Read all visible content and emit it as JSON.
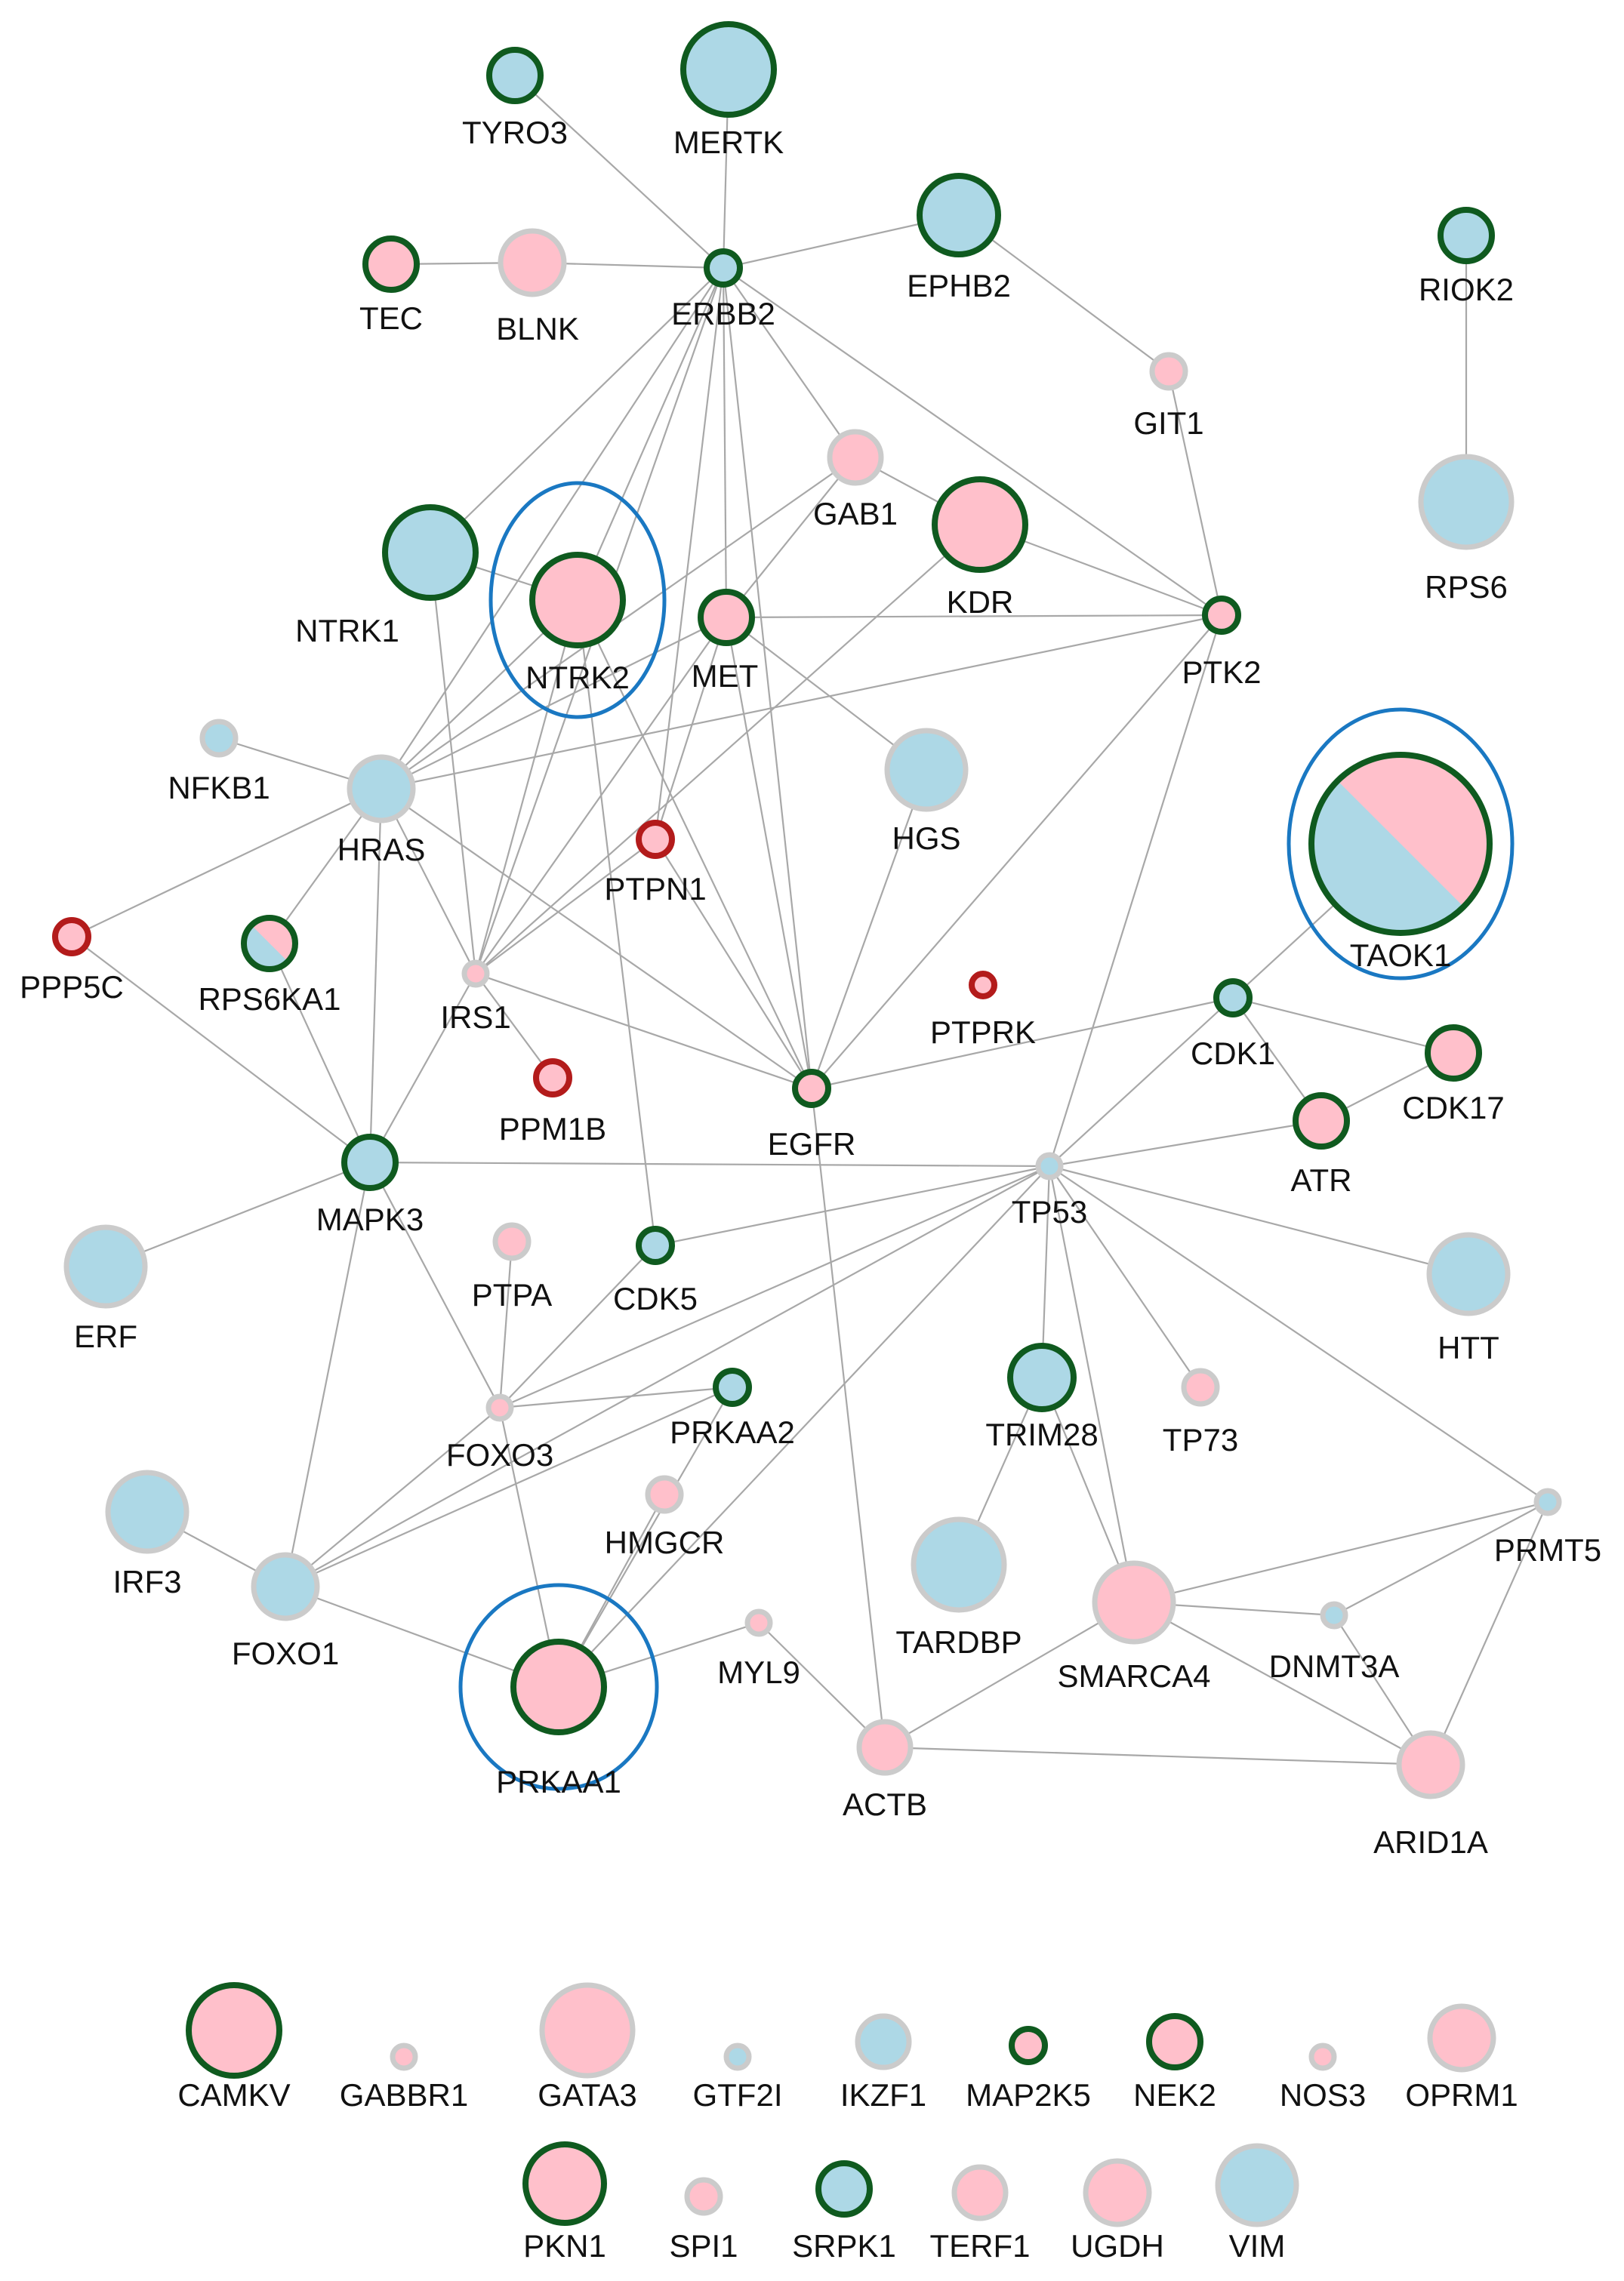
{
  "colors": {
    "pink": "#ffc0cb",
    "blue": "#add8e6",
    "border_green": "#0f5a1f",
    "border_red": "#b31b1b",
    "border_gray": "#cbcbcb",
    "edge": "#a8a8a8",
    "highlight_ring": "#1a78c2"
  },
  "nodes": [
    {
      "id": "TYRO3",
      "label": "TYRO3",
      "fill": "blue",
      "border": "green",
      "size": 2
    },
    {
      "id": "MERTK",
      "label": "MERTK",
      "fill": "blue",
      "border": "green",
      "size": 5
    },
    {
      "id": "ERBB2",
      "label": "ERBB2",
      "fill": "blue",
      "border": "green",
      "size": 1
    },
    {
      "id": "EPHB2",
      "label": "EPHB2",
      "fill": "blue",
      "border": "green",
      "size": 4
    },
    {
      "id": "TEC",
      "label": "TEC",
      "fill": "pink",
      "border": "green",
      "size": 2
    },
    {
      "id": "BLNK",
      "label": "BLNK",
      "fill": "pink",
      "border": "gray",
      "size": 3
    },
    {
      "id": "RIOK2",
      "label": "RIOK2",
      "fill": "blue",
      "border": "green",
      "size": 2
    },
    {
      "id": "RPS6",
      "label": "RPS6",
      "fill": "blue",
      "border": "gray",
      "size": 5
    },
    {
      "id": "GIT1",
      "label": "GIT1",
      "fill": "pink",
      "border": "gray",
      "size": 1
    },
    {
      "id": "GAB1",
      "label": "GAB1",
      "fill": "pink",
      "border": "gray",
      "size": 2
    },
    {
      "id": "KDR",
      "label": "KDR",
      "fill": "pink",
      "border": "green",
      "size": 5
    },
    {
      "id": "NTRK1",
      "label": "NTRK1",
      "fill": "blue",
      "border": "green",
      "size": 5
    },
    {
      "id": "NTRK2",
      "label": "NTRK2",
      "fill": "pink",
      "border": "green",
      "size": 5,
      "highlighted": true
    },
    {
      "id": "MET",
      "label": "MET",
      "fill": "pink",
      "border": "green",
      "size": 2
    },
    {
      "id": "PTK2",
      "label": "PTK2",
      "fill": "pink",
      "border": "green",
      "size": 1
    },
    {
      "id": "NFKB1",
      "label": "NFKB1",
      "fill": "blue",
      "border": "gray",
      "size": 1
    },
    {
      "id": "HRAS",
      "label": "HRAS",
      "fill": "blue",
      "border": "gray",
      "size": 3
    },
    {
      "id": "HGS",
      "label": "HGS",
      "fill": "blue",
      "border": "gray",
      "size": 4
    },
    {
      "id": "TAOK1",
      "label": "TAOK1",
      "fill": "split",
      "border": "green",
      "size": 9,
      "highlighted": true
    },
    {
      "id": "PTPN1",
      "label": "PTPN1",
      "fill": "pink",
      "border": "red",
      "size": 1
    },
    {
      "id": "PPP5C",
      "label": "PPP5C",
      "fill": "pink",
      "border": "red",
      "size": 1
    },
    {
      "id": "RPS6KA1",
      "label": "RPS6KA1",
      "fill": "split",
      "border": "green",
      "size": 2
    },
    {
      "id": "IRS1",
      "label": "IRS1",
      "fill": "pink",
      "border": "gray",
      "size": 0
    },
    {
      "id": "PTPRK",
      "label": "PTPRK",
      "fill": "pink",
      "border": "red",
      "size": 0
    },
    {
      "id": "CDK1",
      "label": "CDK1",
      "fill": "blue",
      "border": "green",
      "size": 1
    },
    {
      "id": "CDK17",
      "label": "CDK17",
      "fill": "pink",
      "border": "green",
      "size": 2
    },
    {
      "id": "PPM1B",
      "label": "PPM1B",
      "fill": "pink",
      "border": "red",
      "size": 1
    },
    {
      "id": "EGFR",
      "label": "EGFR",
      "fill": "pink",
      "border": "green",
      "size": 1
    },
    {
      "id": "ATR",
      "label": "ATR",
      "fill": "pink",
      "border": "green",
      "size": 2
    },
    {
      "id": "MAPK3",
      "label": "MAPK3",
      "fill": "blue",
      "border": "green",
      "size": 2
    },
    {
      "id": "TP53",
      "label": "TP53",
      "fill": "blue",
      "border": "gray",
      "size": 0
    },
    {
      "id": "ERF",
      "label": "ERF",
      "fill": "blue",
      "border": "gray",
      "size": 4
    },
    {
      "id": "PTPA",
      "label": "PTPA",
      "fill": "pink",
      "border": "gray",
      "size": 1
    },
    {
      "id": "CDK5",
      "label": "CDK5",
      "fill": "blue",
      "border": "green",
      "size": 1
    },
    {
      "id": "HTT",
      "label": "HTT",
      "fill": "blue",
      "border": "gray",
      "size": 4
    },
    {
      "id": "PRKAA2",
      "label": "PRKAA2",
      "fill": "blue",
      "border": "green",
      "size": 1
    },
    {
      "id": "TRIM28",
      "label": "TRIM28",
      "fill": "blue",
      "border": "green",
      "size": 3
    },
    {
      "id": "TP73",
      "label": "TP73",
      "fill": "pink",
      "border": "gray",
      "size": 1
    },
    {
      "id": "FOXO3",
      "label": "FOXO3",
      "fill": "pink",
      "border": "gray",
      "size": 0
    },
    {
      "id": "IRF3",
      "label": "IRF3",
      "fill": "blue",
      "border": "gray",
      "size": 4
    },
    {
      "id": "HMGCR",
      "label": "HMGCR",
      "fill": "pink",
      "border": "gray",
      "size": 1
    },
    {
      "id": "PRMT5",
      "label": "PRMT5",
      "fill": "blue",
      "border": "gray",
      "size": 0
    },
    {
      "id": "TARDBP",
      "label": "TARDBP",
      "fill": "blue",
      "border": "gray",
      "size": 5
    },
    {
      "id": "FOXO1",
      "label": "FOXO1",
      "fill": "blue",
      "border": "gray",
      "size": 3
    },
    {
      "id": "MYL9",
      "label": "MYL9",
      "fill": "pink",
      "border": "gray",
      "size": 0
    },
    {
      "id": "SMARCA4",
      "label": "SMARCA4",
      "fill": "pink",
      "border": "gray",
      "size": 4
    },
    {
      "id": "DNMT3A",
      "label": "DNMT3A",
      "fill": "blue",
      "border": "gray",
      "size": 0
    },
    {
      "id": "PRKAA1",
      "label": "PRKAA1",
      "fill": "pink",
      "border": "green",
      "size": 5,
      "highlighted": true
    },
    {
      "id": "ACTB",
      "label": "ACTB",
      "fill": "pink",
      "border": "gray",
      "size": 2
    },
    {
      "id": "ARID1A",
      "label": "ARID1A",
      "fill": "pink",
      "border": "gray",
      "size": 3
    }
  ],
  "edges": [
    [
      "TYRO3",
      "ERBB2"
    ],
    [
      "MERTK",
      "ERBB2"
    ],
    [
      "EPHB2",
      "ERBB2"
    ],
    [
      "EPHB2",
      "GIT1"
    ],
    [
      "TEC",
      "BLNK"
    ],
    [
      "BLNK",
      "ERBB2"
    ],
    [
      "RIOK2",
      "RPS6"
    ],
    [
      "GIT1",
      "PTK2"
    ],
    [
      "ERBB2",
      "NTRK1"
    ],
    [
      "ERBB2",
      "NTRK2"
    ],
    [
      "ERBB2",
      "MET"
    ],
    [
      "ERBB2",
      "GAB1"
    ],
    [
      "ERBB2",
      "PTK2"
    ],
    [
      "ERBB2",
      "HRAS"
    ],
    [
      "ERBB2",
      "IRS1"
    ],
    [
      "ERBB2",
      "EGFR"
    ],
    [
      "ERBB2",
      "PTPN1"
    ],
    [
      "GAB1",
      "KDR"
    ],
    [
      "GAB1",
      "MET"
    ],
    [
      "GAB1",
      "HRAS"
    ],
    [
      "KDR",
      "PTK2"
    ],
    [
      "KDR",
      "IRS1"
    ],
    [
      "NTRK1",
      "NTRK2"
    ],
    [
      "NTRK1",
      "IRS1"
    ],
    [
      "NTRK2",
      "HRAS"
    ],
    [
      "NTRK2",
      "IRS1"
    ],
    [
      "NTRK2",
      "CDK5"
    ],
    [
      "NTRK2",
      "EGFR"
    ],
    [
      "MET",
      "PTK2"
    ],
    [
      "MET",
      "HGS"
    ],
    [
      "MET",
      "HRAS"
    ],
    [
      "MET",
      "IRS1"
    ],
    [
      "MET",
      "PTPN1"
    ],
    [
      "MET",
      "EGFR"
    ],
    [
      "PTK2",
      "HRAS"
    ],
    [
      "PTK2",
      "EGFR"
    ],
    [
      "PTK2",
      "TP53"
    ],
    [
      "NFKB1",
      "HRAS"
    ],
    [
      "HRAS",
      "PPP5C"
    ],
    [
      "HRAS",
      "RPS6KA1"
    ],
    [
      "HRAS",
      "MAPK3"
    ],
    [
      "HRAS",
      "EGFR"
    ],
    [
      "HRAS",
      "IRS1"
    ],
    [
      "HGS",
      "EGFR"
    ],
    [
      "TAOK1",
      "CDK1"
    ],
    [
      "PTPN1",
      "IRS1"
    ],
    [
      "PTPN1",
      "EGFR"
    ],
    [
      "PPP5C",
      "MAPK3"
    ],
    [
      "RPS6KA1",
      "MAPK3"
    ],
    [
      "IRS1",
      "PPM1B"
    ],
    [
      "IRS1",
      "MAPK3"
    ],
    [
      "IRS1",
      "EGFR"
    ],
    [
      "CDK1",
      "EGFR"
    ],
    [
      "CDK1",
      "CDK17"
    ],
    [
      "CDK1",
      "ATR"
    ],
    [
      "CDK1",
      "TP53"
    ],
    [
      "CDK17",
      "ATR"
    ],
    [
      "ATR",
      "TP53"
    ],
    [
      "EGFR",
      "ACTB"
    ],
    [
      "MAPK3",
      "TP53"
    ],
    [
      "MAPK3",
      "ERF"
    ],
    [
      "MAPK3",
      "FOXO3"
    ],
    [
      "MAPK3",
      "FOXO1"
    ],
    [
      "TP53",
      "CDK5"
    ],
    [
      "TP53",
      "HTT"
    ],
    [
      "TP53",
      "TRIM28"
    ],
    [
      "TP53",
      "TP73"
    ],
    [
      "TP53",
      "FOXO3"
    ],
    [
      "TP53",
      "PRMT5"
    ],
    [
      "TP53",
      "SMARCA4"
    ],
    [
      "TP53",
      "PRKAA1"
    ],
    [
      "TP53",
      "FOXO1"
    ],
    [
      "PTPA",
      "FOXO3"
    ],
    [
      "CDK5",
      "FOXO3"
    ],
    [
      "FOXO3",
      "PRKAA2"
    ],
    [
      "FOXO3",
      "FOXO1"
    ],
    [
      "FOXO3",
      "PRKAA1"
    ],
    [
      "PRKAA2",
      "FOXO1"
    ],
    [
      "PRKAA2",
      "PRKAA1"
    ],
    [
      "TRIM28",
      "TARDBP"
    ],
    [
      "TRIM28",
      "SMARCA4"
    ],
    [
      "IRF3",
      "FOXO1"
    ],
    [
      "FOXO1",
      "PRKAA1"
    ],
    [
      "HMGCR",
      "PRKAA1"
    ],
    [
      "PRKAA1",
      "MYL9"
    ],
    [
      "MYL9",
      "ACTB"
    ],
    [
      "SMARCA4",
      "PRMT5"
    ],
    [
      "SMARCA4",
      "DNMT3A"
    ],
    [
      "SMARCA4",
      "ARID1A"
    ],
    [
      "SMARCA4",
      "ACTB"
    ],
    [
      "DNMT3A",
      "PRMT5"
    ],
    [
      "DNMT3A",
      "ARID1A"
    ],
    [
      "PRMT5",
      "ARID1A"
    ],
    [
      "ACTB",
      "ARID1A"
    ]
  ],
  "legend": [
    {
      "label": "CAMKV",
      "fill": "pink",
      "border": "green",
      "size": 5
    },
    {
      "label": "GABBR1",
      "fill": "pink",
      "border": "gray",
      "size": 0
    },
    {
      "label": "GATA3",
      "fill": "pink",
      "border": "gray",
      "size": 5
    },
    {
      "label": "GTF2I",
      "fill": "blue",
      "border": "gray",
      "size": 0
    },
    {
      "label": "IKZF1",
      "fill": "blue",
      "border": "gray",
      "size": 2
    },
    {
      "label": "MAP2K5",
      "fill": "pink",
      "border": "green",
      "size": 1
    },
    {
      "label": "NEK2",
      "fill": "pink",
      "border": "green",
      "size": 2
    },
    {
      "label": "NOS3",
      "fill": "pink",
      "border": "gray",
      "size": 0
    },
    {
      "label": "OPRM1",
      "fill": "pink",
      "border": "gray",
      "size": 3
    },
    {
      "label": "PKN1",
      "fill": "pink",
      "border": "green",
      "size": 4
    },
    {
      "label": "SPI1",
      "fill": "pink",
      "border": "gray",
      "size": 1
    },
    {
      "label": "SRPK1",
      "fill": "blue",
      "border": "green",
      "size": 2
    },
    {
      "label": "TERF1",
      "fill": "pink",
      "border": "gray",
      "size": 2
    },
    {
      "label": "UGDH",
      "fill": "pink",
      "border": "gray",
      "size": 3
    },
    {
      "label": "VIM",
      "fill": "blue",
      "border": "gray",
      "size": 4
    }
  ]
}
